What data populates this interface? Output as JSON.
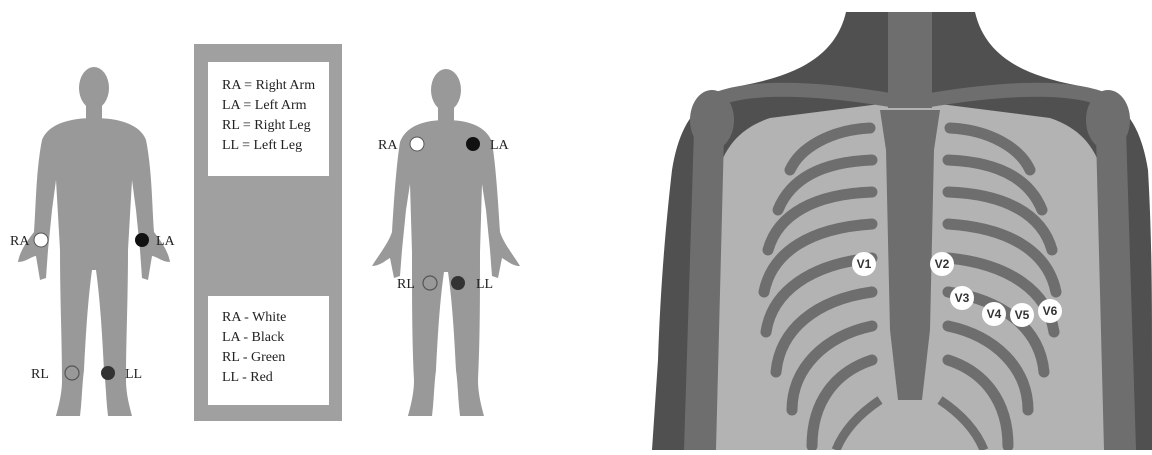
{
  "colors": {
    "body_gray": "#999999",
    "dark_skin": "#505050",
    "bone": "#6e6e6e",
    "light_skin": "#b3b3b3",
    "electrode_white": "#ffffff",
    "electrode_black": "#111111",
    "electrode_dark": "#333333",
    "panel_gray": "#a0a0a0"
  },
  "limb_figure": {
    "electrodes": [
      {
        "label": "RA",
        "fill": "white"
      },
      {
        "label": "LA",
        "fill": "black"
      },
      {
        "label": "RL",
        "fill": "gray"
      },
      {
        "label": "LL",
        "fill": "dark"
      }
    ]
  },
  "legend_panel": {
    "abbreviations": [
      "RA = Right Arm",
      "LA = Left Arm",
      "RL = Right Leg",
      "LL = Left Leg"
    ],
    "colors": [
      "RA - White",
      "LA - Black",
      "RL - Green",
      "LL - Red"
    ]
  },
  "torso_figure": {
    "electrodes": [
      {
        "label": "RA",
        "fill": "white"
      },
      {
        "label": "LA",
        "fill": "black"
      },
      {
        "label": "RL",
        "fill": "gray"
      },
      {
        "label": "LL",
        "fill": "dark"
      }
    ]
  },
  "chest": {
    "precordial": [
      "V1",
      "V2",
      "V3",
      "V4",
      "V5",
      "V6"
    ]
  }
}
